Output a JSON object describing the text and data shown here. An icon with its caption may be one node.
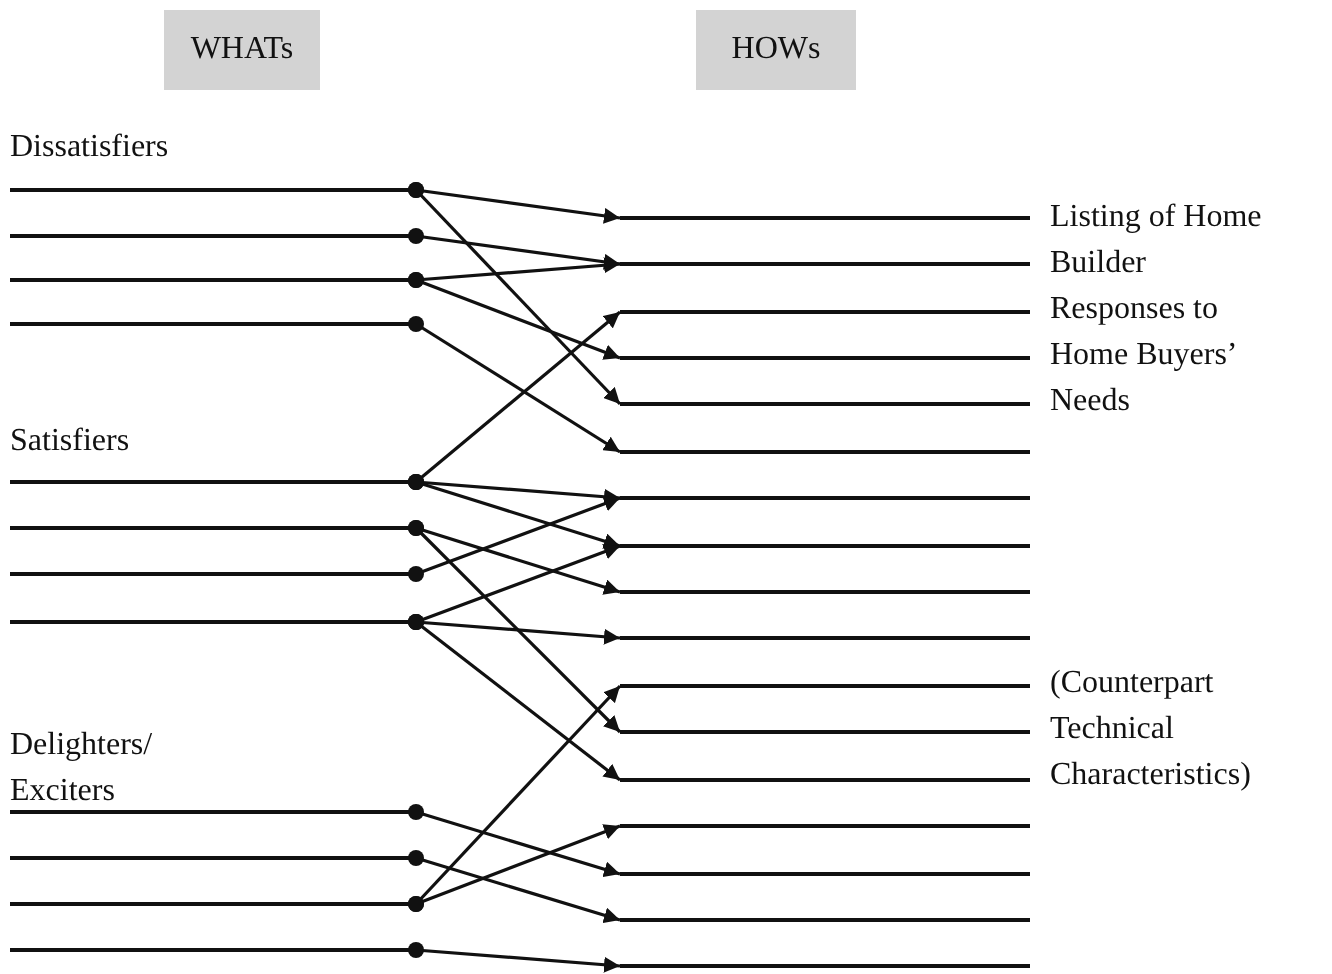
{
  "diagram": {
    "nodes": [
      {
        "text": [
          "WHATs"
        ]
      },
      {
        "text": [
          "HOWs"
        ]
      },
      {
        "text": [],
        "shape": "bar"
      },
      {
        "text": [],
        "shape": "bar"
      },
      {
        "text": [],
        "shape": "bar"
      },
      {
        "text": [],
        "shape": "bar"
      },
      {
        "text": [],
        "shape": "bar"
      },
      {
        "text": [],
        "shape": "bar"
      },
      {
        "text": [],
        "shape": "bar"
      },
      {
        "text": [],
        "shape": "bar"
      },
      {
        "text": [],
        "shape": "bar"
      },
      {
        "text": [],
        "shape": "bar"
      },
      {
        "text": [],
        "shape": "bar"
      },
      {
        "text": [],
        "shape": "bar"
      },
      {
        "text": [],
        "shape": "bar"
      },
      {
        "text": [],
        "shape": "bar"
      },
      {
        "text": [],
        "shape": "bar"
      },
      {
        "text": [],
        "shape": "bar"
      },
      {
        "text": [],
        "shape": "bar"
      },
      {
        "text": [],
        "shape": "bar"
      },
      {
        "text": [],
        "shape": "bar"
      },
      {
        "text": [],
        "shape": "bar"
      },
      {
        "text": [],
        "shape": "bar"
      },
      {
        "text": [],
        "shape": "bar"
      },
      {
        "text": [],
        "shape": "bar"
      },
      {
        "text": [],
        "shape": "bar"
      },
      {
        "text": [],
        "shape": "bar"
      },
      {
        "text": [],
        "shape": "bar"
      },
      {
        "text": [],
        "shape": "bar"
      },
      {
        "text": [],
        "shape": "bar"
      },
      {
        "text": [],
        "shape": "bar"
      }
    ],
    "edges": [
      {
        "from": 2,
        "to": 14,
        "arrow": "to"
      },
      {
        "from": 2,
        "to": 18,
        "arrow": "to"
      },
      {
        "from": 3,
        "to": 15,
        "arrow": "to"
      },
      {
        "from": 4,
        "to": 15,
        "arrow": "to"
      },
      {
        "from": 4,
        "to": 17,
        "arrow": "to"
      },
      {
        "from": 5,
        "to": 19,
        "arrow": "to"
      },
      {
        "from": 6,
        "to": 16,
        "arrow": "to"
      },
      {
        "from": 6,
        "to": 20,
        "arrow": "to"
      },
      {
        "from": 6,
        "to": 21,
        "arrow": "to"
      },
      {
        "from": 7,
        "to": 22,
        "arrow": "to"
      },
      {
        "from": 7,
        "to": 25,
        "arrow": "to"
      },
      {
        "from": 8,
        "to": 20,
        "arrow": "to"
      },
      {
        "from": 9,
        "to": 21,
        "arrow": "to"
      },
      {
        "from": 9,
        "to": 23,
        "arrow": "to"
      },
      {
        "from": 9,
        "to": 26,
        "arrow": "to"
      },
      {
        "from": 10,
        "to": 28,
        "arrow": "to"
      },
      {
        "from": 11,
        "to": 29,
        "arrow": "to"
      },
      {
        "from": 12,
        "to": 24,
        "arrow": "to"
      },
      {
        "from": 12,
        "to": 27,
        "arrow": "to"
      },
      {
        "from": 13,
        "to": 30,
        "arrow": "to"
      }
    ],
    "labels": [
      "Dissatisfiers",
      "Listing of Home Builder Responses to Home Buyers’ Needs",
      "Satisfiers",
      "(Counterpart Technical Characteristics)",
      "Delighters/ Exciters"
    ]
  }
}
